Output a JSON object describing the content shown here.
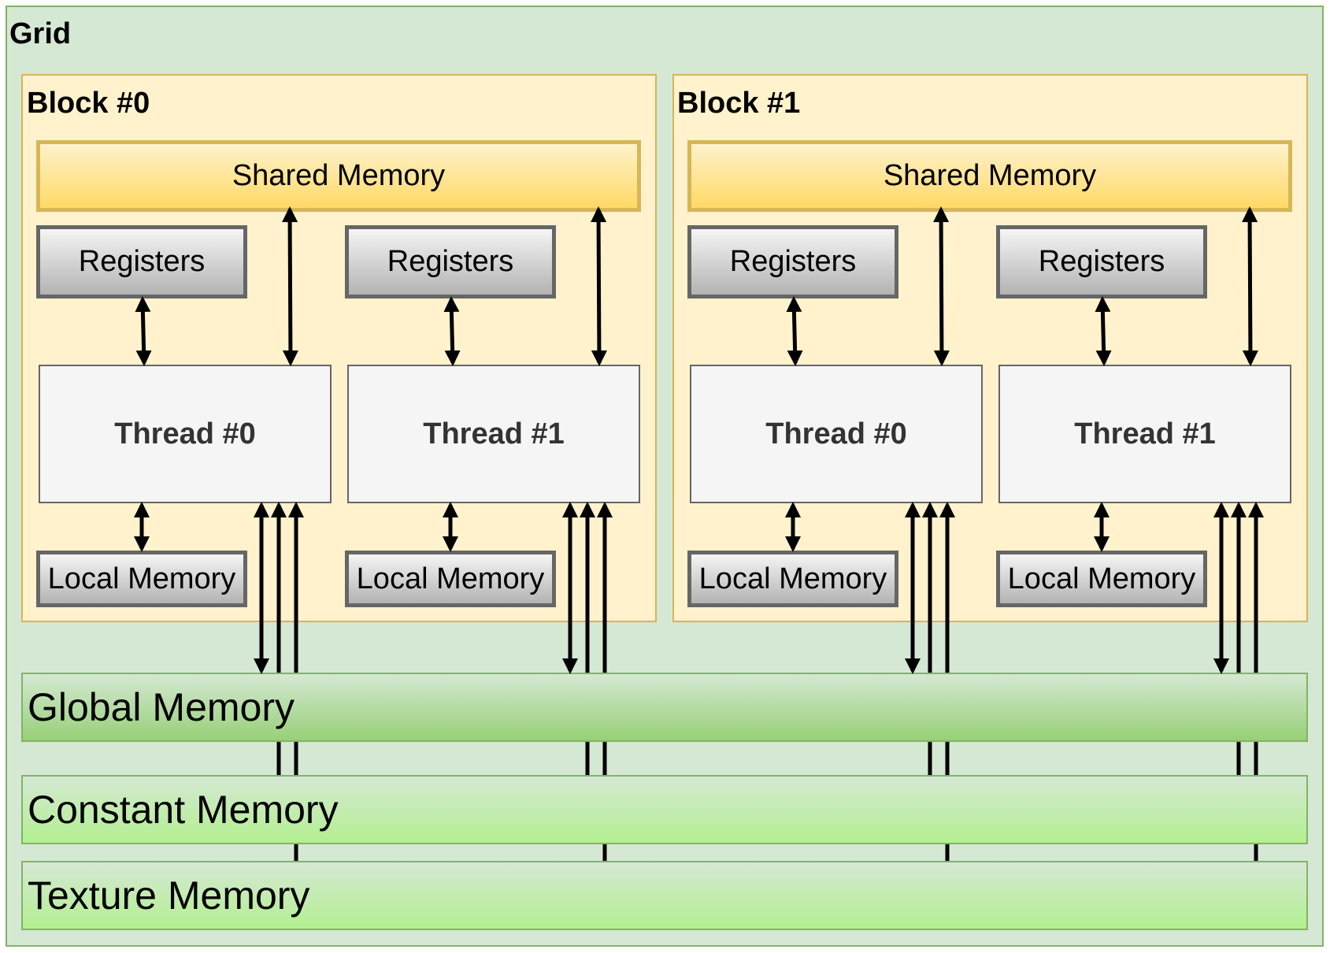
{
  "grid": {
    "label": "Grid"
  },
  "blocks": [
    {
      "label": "Block #0",
      "shared_memory": "Shared Memory",
      "threads": [
        {
          "label": "Thread #0",
          "registers": "Registers",
          "local_memory": "Local Memory"
        },
        {
          "label": "Thread #1",
          "registers": "Registers",
          "local_memory": "Local Memory"
        }
      ]
    },
    {
      "label": "Block #1",
      "shared_memory": "Shared Memory",
      "threads": [
        {
          "label": "Thread #0",
          "registers": "Registers",
          "local_memory": "Local Memory"
        },
        {
          "label": "Thread #1",
          "registers": "Registers",
          "local_memory": "Local Memory"
        }
      ]
    }
  ],
  "memories": {
    "global": "Global Memory",
    "constant": "Constant Memory",
    "texture": "Texture Memory"
  },
  "colors": {
    "grid_fill": "#d5e8d4",
    "grid_stroke": "#82b366",
    "block_fill": "#fff2cc",
    "block_stroke": "#d6b656",
    "shared_gradient_end": "#ffd966",
    "register_stroke": "#666666",
    "arrow": "#000000"
  }
}
